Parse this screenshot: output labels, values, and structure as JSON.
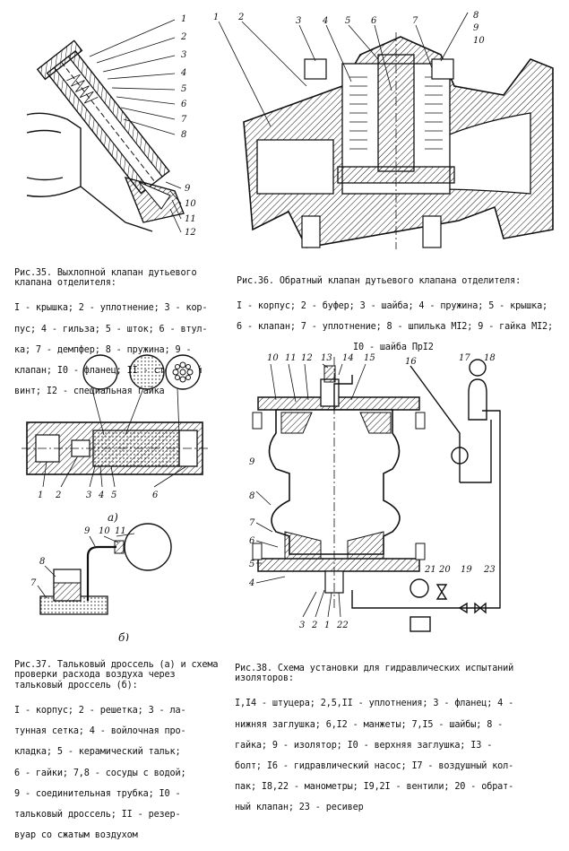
{
  "fig35": {
    "callouts": [
      "1",
      "2",
      "3",
      "4",
      "5",
      "6",
      "7",
      "8",
      "9",
      "10",
      "11",
      "12"
    ],
    "title": "Рис.35. Выхлопной клапан дутьевого клапана отделителя:",
    "legend": [
      "I - крышка; 2 - уплотнение; 3 - кор-",
      "пус; 4 - гильза; 5 - шток; 6 - втул-",
      "ка; 7 - демпфер; 8 - пружина; 9 -",
      "клапан; I0 - фланец; II - стопорный",
      "винт; I2 - специальная гайка"
    ]
  },
  "fig36": {
    "callouts": [
      "1",
      "2",
      "3",
      "4",
      "5",
      "6",
      "7",
      "8",
      "9",
      "10"
    ],
    "title": "Рис.36. Обратный клапан дутьевого клапана отделителя:",
    "legend": [
      "I - корпус; 2 - буфер; 3 - шайба; 4 - пружина; 5 - крышка;",
      "6 - клапан; 7 - уплотнение; 8 - шпилька МI2; 9 - гайка МI2;",
      "I0 - шайба ПрI2"
    ]
  },
  "fig37": {
    "callouts": [
      "1",
      "2",
      "3",
      "4",
      "5",
      "6",
      "7",
      "8",
      "9",
      "10",
      "11"
    ],
    "sub_a": "а)",
    "sub_b": "б)",
    "title": "Рис.37. Тальковый дроссель (а) и схема проверки расхода воздуха через тальковый дроссель (б):",
    "legend": [
      "I - корпус; 2 - решетка; 3 - ла-",
      "тунная сетка; 4 - войлочная про-",
      "кладка; 5 - керамический тальк;",
      "6 - гайки; 7,8 - сосуды с водой;",
      "9 - соединительная трубка; I0 -",
      "тальковый дроссель; II - резер-",
      "вуар со сжатым воздухом"
    ]
  },
  "fig38": {
    "callouts": [
      "10",
      "11",
      "12",
      "13",
      "14",
      "15",
      "16",
      "17",
      "18",
      "9",
      "8",
      "7",
      "6",
      "5",
      "4",
      "3",
      "2",
      "1",
      "22",
      "21",
      "20",
      "19",
      "23"
    ],
    "title": "Рис.38. Схема установки для гидравлических испытаний изоляторов:",
    "legend": [
      "I,I4 - штуцера; 2,5,II - уплотнения; 3 - фланец; 4 -",
      "нижняя заглушка; 6,I2 - манжеты; 7,I5 - шайбы; 8 -",
      "гайка; 9 - изолятор; I0 - верхняя заглушка; I3 -",
      "болт; I6 - гидравлический насос; I7 - воздушный кол-",
      "пак; I8,22 - манометры; I9,2I - вентили; 20 - обрат-",
      "ный клапан; 23 - ресивер"
    ]
  }
}
